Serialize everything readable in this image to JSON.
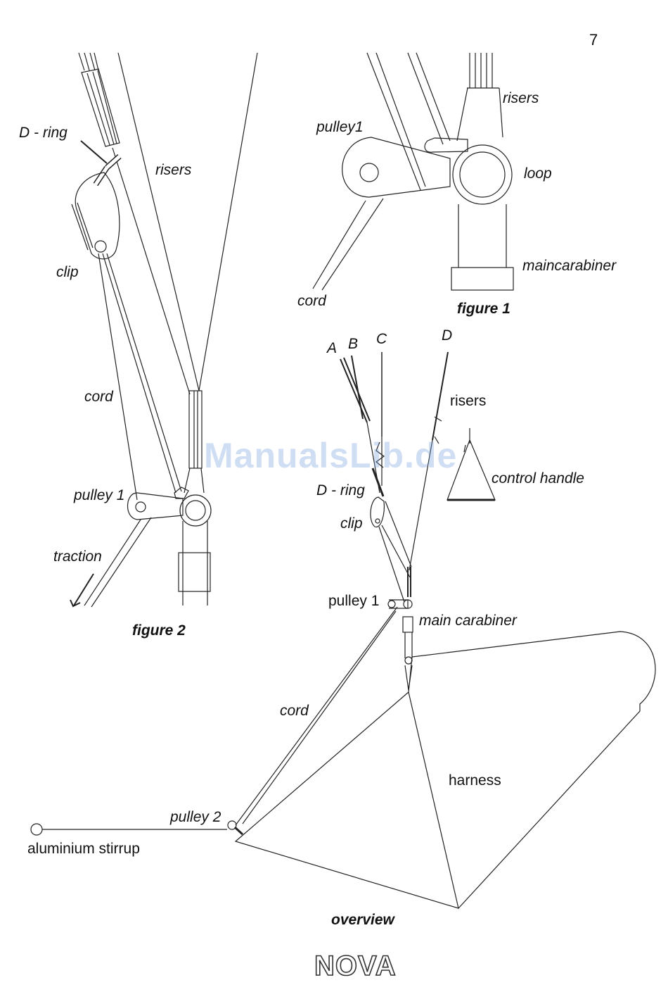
{
  "page_number": "7",
  "watermark": "ManualsLib.de",
  "logo_text": "NOVA",
  "figure1": {
    "caption": "figure 1",
    "labels": {
      "risers": "risers",
      "pulley": "pulley1",
      "loop": "loop",
      "main_carabiner": "maincarabiner",
      "cord": "cord"
    }
  },
  "figure2": {
    "caption": "figure 2",
    "labels": {
      "d_ring": "D - ring",
      "risers": "risers",
      "clip": "clip",
      "cord": "cord",
      "pulley": "pulley 1",
      "traction": "traction"
    }
  },
  "overview": {
    "caption": "overview",
    "labels": {
      "riser_a": "A",
      "riser_b": "B",
      "riser_c": "C",
      "riser_d": "D",
      "risers": "risers",
      "control_handle": "control handle",
      "d_ring": "D - ring",
      "clip": "clip",
      "pulley1": "pulley 1",
      "main_carabiner": "main carabiner",
      "cord": "cord",
      "harness": "harness",
      "pulley2": "pulley 2",
      "stirrup": "aluminium stirrup"
    }
  }
}
